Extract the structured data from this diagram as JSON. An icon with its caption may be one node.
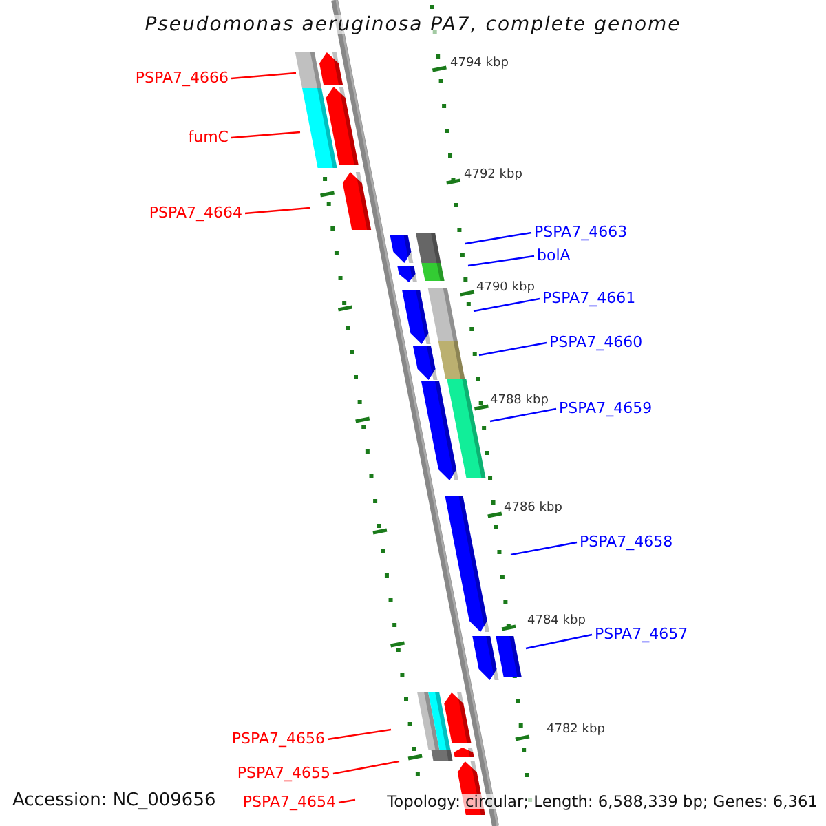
{
  "diagram": {
    "title": "Pseudomonas aeruginosa PA7, complete genome",
    "nodes": [
      {
        "text": [
          "PSPA7_4666"
        ]
      },
      {
        "text": [
          "fumC"
        ]
      },
      {
        "text": [
          "PSPA7_4664"
        ]
      },
      {
        "text": [
          "PSPA7_4663"
        ]
      },
      {
        "text": [
          "bolA"
        ]
      },
      {
        "text": [
          "PSPA7_4661"
        ]
      },
      {
        "text": [
          "PSPA7_4660"
        ]
      },
      {
        "text": [
          "PSPA7_4659"
        ]
      },
      {
        "text": [
          "PSPA7_4658"
        ]
      },
      {
        "text": [
          "PSPA7_4657"
        ]
      },
      {
        "text": [
          "PSPA7_4656"
        ]
      },
      {
        "text": [
          "PSPA7_4655"
        ]
      },
      {
        "text": [
          "PSPA7_4654"
        ]
      }
    ],
    "edges": [
      {
        "from": 0,
        "to": null,
        "arrow": "none",
        "color": "#ff0000"
      },
      {
        "from": 1,
        "to": null,
        "arrow": "none",
        "color": "#ff0000"
      },
      {
        "from": 2,
        "to": null,
        "arrow": "none",
        "color": "#ff0000"
      },
      {
        "from": 3,
        "to": null,
        "arrow": "none",
        "color": "#0000ff"
      },
      {
        "from": 4,
        "to": null,
        "arrow": "none",
        "color": "#0000ff"
      },
      {
        "from": 5,
        "to": null,
        "arrow": "none",
        "color": "#0000ff"
      },
      {
        "from": 6,
        "to": null,
        "arrow": "none",
        "color": "#0000ff"
      },
      {
        "from": 7,
        "to": null,
        "arrow": "none",
        "color": "#0000ff"
      },
      {
        "from": 8,
        "to": null,
        "arrow": "none",
        "color": "#0000ff"
      },
      {
        "from": 9,
        "to": null,
        "arrow": "none",
        "color": "#0000ff"
      },
      {
        "from": 10,
        "to": null,
        "arrow": "none",
        "color": "#ff0000"
      },
      {
        "from": 11,
        "to": null,
        "arrow": "none",
        "color": "#ff0000"
      },
      {
        "from": 12,
        "to": null,
        "arrow": "none",
        "color": "#ff0000"
      }
    ],
    "labels": [
      "4794 kbp",
      "4792 kbp",
      "4790 kbp",
      "4788 kbp",
      "4786 kbp",
      "4784 kbp",
      "4782 kbp",
      "Accession: NC_009656",
      "Topology: circular; Length: 6,588,339 bp; Genes: 6,361"
    ]
  }
}
